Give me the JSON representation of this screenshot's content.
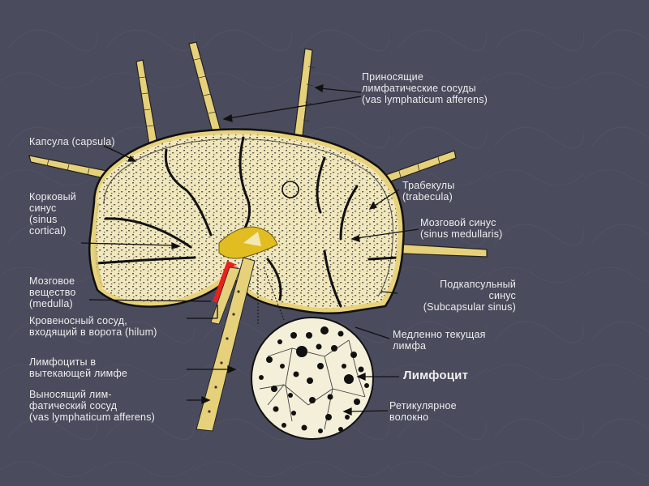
{
  "slide": {
    "background": "#4a4b5c",
    "node_fill": "#f1e7bd",
    "node_outline": "#111111",
    "vessel_fill": "#e6d17a",
    "hilum_fill": "#e2bd22",
    "blood_vessel_color": "#e8221c"
  },
  "labels": {
    "afferent_vessels": "Приносящие\nлимфатические сосуды\n(vas lymphaticum afferens)",
    "capsule": "Капсула (capsula)",
    "trabeculae": "Трабекулы\n(trabecula)",
    "cortical_sinus": "Корковый\nсинус\n(sinus\ncortical)",
    "medullary_sinus": "Мозговой синус\n(sinus medullaris)",
    "subcapsular_sinus": "Подкапсульный\nсинус\n(Subcapsular sinus)",
    "medulla": "Мозговое\nвещество\n(medulla)",
    "blood_vessel": "Кровеносный сосуд,\nвходящий в ворота (hilum)",
    "slow_lymph": "Медленно текущая\nлимфа",
    "lymphocytes_in_lymph": "Лимфоциты в\nвытекающей лимфе",
    "lymphocyte": "Лимфоцит",
    "efferent_vessel": "Выносящий лим-\nфатический сосуд\n(vas lymphaticum afferens)",
    "reticular_fiber": "Ретикулярное\nволокно"
  },
  "icons": [
    "afferent-vessel-icon",
    "lymph-node-icon",
    "zoom-circle-icon",
    "blood-vessel-icon",
    "efferent-vessel-icon"
  ]
}
